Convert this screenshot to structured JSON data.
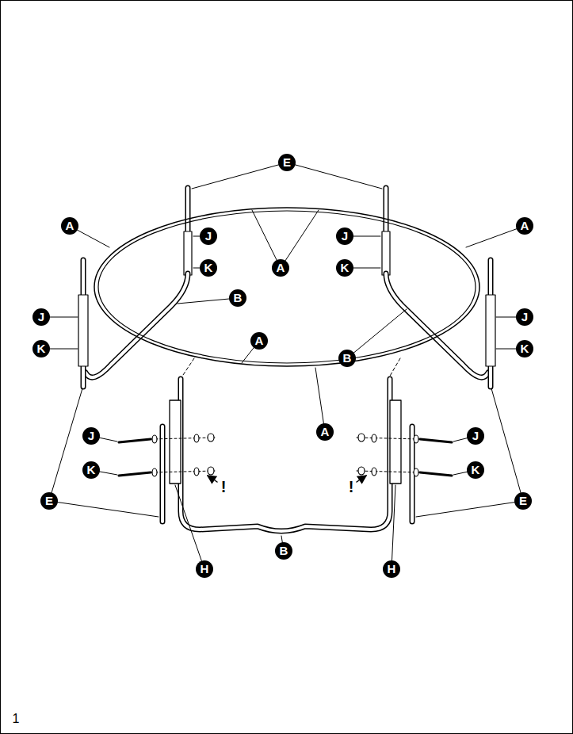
{
  "diagram": {
    "labels": [
      "E",
      "A",
      "A",
      "J",
      "J",
      "K",
      "K",
      "A",
      "B",
      "J",
      "J",
      "K",
      "K",
      "A",
      "B",
      "A",
      "J",
      "J",
      "K",
      "K",
      "!",
      "!",
      "E",
      "E",
      "B",
      "H",
      "H",
      "1"
    ]
  }
}
